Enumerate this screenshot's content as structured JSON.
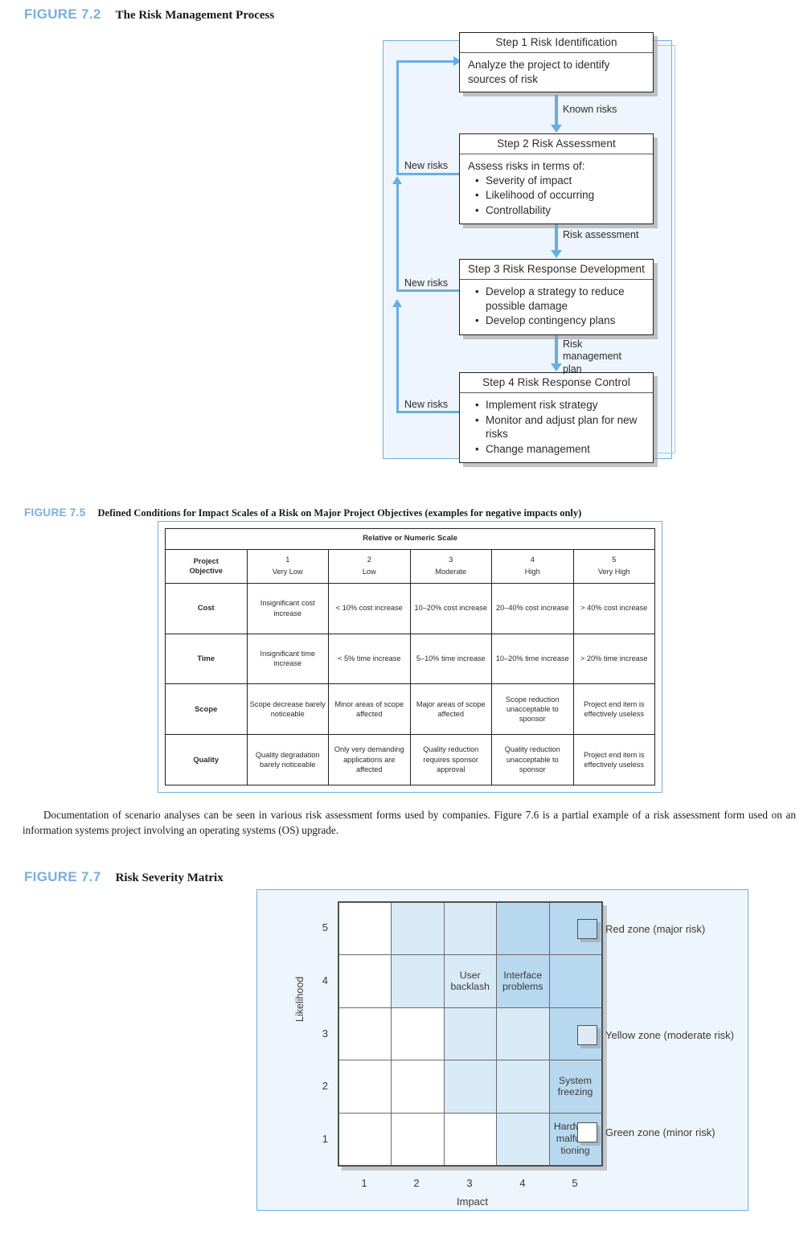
{
  "figures": {
    "f72": {
      "number": "FIGURE 7.2",
      "title": "The Risk Management Process"
    },
    "f75": {
      "number": "FIGURE 7.5",
      "title": "Defined Conditions for Impact Scales of a Risk on Major Project Objectives (examples for negative impacts only)"
    },
    "f77": {
      "number": "FIGURE 7.7",
      "title": "Risk Severity Matrix"
    }
  },
  "flowchart": {
    "steps": [
      {
        "header": "Step 1 Risk Identification",
        "text": "Analyze the project to identify sources of risk",
        "bullets": []
      },
      {
        "header": "Step 2 Risk Assessment",
        "text": "Assess risks in terms of:",
        "bullets": [
          "Severity of impact",
          "Likelihood of occurring",
          "Controllability"
        ]
      },
      {
        "header": "Step 3 Risk Response Development",
        "text": "",
        "bullets": [
          "Develop a strategy to reduce possible damage",
          "Develop contingency plans"
        ]
      },
      {
        "header": "Step 4 Risk Response Control",
        "text": "",
        "bullets": [
          "Implement risk strategy",
          "Monitor and adjust plan for new risks",
          "Change management"
        ]
      }
    ],
    "flow_labels": [
      "Known risks",
      "Risk assessment",
      "Risk management plan"
    ],
    "feedback_labels": [
      "New risks",
      "New risks",
      "New risks"
    ],
    "accent_color": "#6aaee0",
    "panel_color": "#eef5fc"
  },
  "impact_table": {
    "supertitle": "Relative or Numeric Scale",
    "objective_header": "Project Objective",
    "columns": [
      {
        "num": "1",
        "name": "Very Low"
      },
      {
        "num": "2",
        "name": "Low"
      },
      {
        "num": "3",
        "name": "Moderate"
      },
      {
        "num": "4",
        "name": "High"
      },
      {
        "num": "5",
        "name": "Very High"
      }
    ],
    "rows": [
      {
        "label": "Cost",
        "cells": [
          "Insignificant cost increase",
          "< 10% cost increase",
          "10–20% cost increase",
          "20–40% cost increase",
          "> 40% cost increase"
        ]
      },
      {
        "label": "Time",
        "cells": [
          "Insignificant time increase",
          "< 5% time increase",
          "5–10% time increase",
          "10–20% time increase",
          "> 20% time increase"
        ]
      },
      {
        "label": "Scope",
        "cells": [
          "Scope decrease barely noticeable",
          "Minor areas of scope affected",
          "Major areas of scope affected",
          "Scope reduction unacceptable to sponsor",
          "Project end item is effectively useless"
        ]
      },
      {
        "label": "Quality",
        "cells": [
          "Quality degradation barely noticeable",
          "Only very demanding applications are affected",
          "Quality reduction requires sponsor approval",
          "Quality reduction unacceptable to sponsor",
          "Project end item is effectively useless"
        ]
      }
    ]
  },
  "paragraph": {
    "text": "Documentation of scenario analyses can be seen in various risk assessment forms used by companies. Figure 7.6 is a partial example of a risk assessment form used on an information systems project involving an operating systems (OS) upgrade."
  },
  "chart_data": {
    "type": "heatmap",
    "title": "Risk Severity Matrix",
    "xlabel": "Impact",
    "ylabel": "Likelihood",
    "x_ticks": [
      "1",
      "2",
      "3",
      "4",
      "5"
    ],
    "y_ticks": [
      "5",
      "4",
      "3",
      "2",
      "1"
    ],
    "xlim": [
      1,
      5
    ],
    "ylim": [
      1,
      5
    ],
    "grid": true,
    "zone_colors": {
      "green": "#ffffff",
      "yellow": "#d9eaf7",
      "red": "#b7d8ee"
    },
    "legend": [
      {
        "zone": "red",
        "label": "Red zone (major risk)"
      },
      {
        "zone": "yellow",
        "label": "Yellow zone (moderate risk)"
      },
      {
        "zone": "green",
        "label": "Green zone (minor risk)"
      }
    ],
    "legend_position": "right",
    "rows": [
      {
        "likelihood": "5",
        "zones": [
          "green",
          "yellow",
          "yellow",
          "red",
          "red"
        ],
        "labels": [
          "",
          "",
          "",
          "",
          ""
        ]
      },
      {
        "likelihood": "4",
        "zones": [
          "green",
          "yellow",
          "yellow",
          "red",
          "red"
        ],
        "labels": [
          "",
          "",
          "User backlash",
          "Interface problems",
          ""
        ]
      },
      {
        "likelihood": "3",
        "zones": [
          "green",
          "green",
          "yellow",
          "yellow",
          "red"
        ],
        "labels": [
          "",
          "",
          "",
          "",
          ""
        ]
      },
      {
        "likelihood": "2",
        "zones": [
          "green",
          "green",
          "yellow",
          "yellow",
          "red"
        ],
        "labels": [
          "",
          "",
          "",
          "",
          "System freezing"
        ]
      },
      {
        "likelihood": "1",
        "zones": [
          "green",
          "green",
          "green",
          "yellow",
          "red"
        ],
        "labels": [
          "",
          "",
          "",
          "",
          "Hardware malfunc- tioning"
        ]
      }
    ],
    "data_points": [
      {
        "name": "User backlash",
        "impact": 3,
        "likelihood": 4
      },
      {
        "name": "Interface problems",
        "impact": 4,
        "likelihood": 4
      },
      {
        "name": "System freezing",
        "impact": 5,
        "likelihood": 2
      },
      {
        "name": "Hardware malfunctioning",
        "impact": 5,
        "likelihood": 1
      }
    ]
  }
}
